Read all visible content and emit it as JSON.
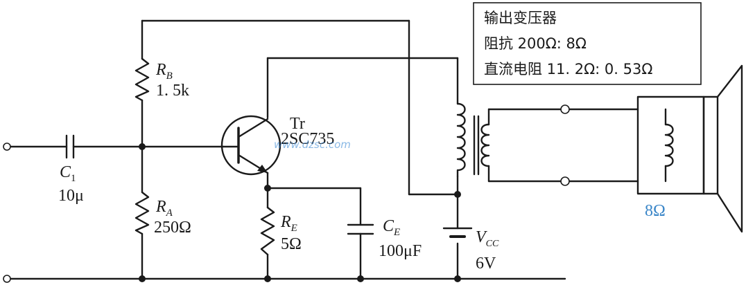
{
  "transformer_box": {
    "line1": "输出变压器",
    "line2": "阻抗 200Ω: 8Ω",
    "line3": "直流电阻 11. 2Ω: 0. 53Ω"
  },
  "components": {
    "rb": {
      "name": "R",
      "sub": "B",
      "value": "1. 5k"
    },
    "ra": {
      "name": "R",
      "sub": "A",
      "value": "250Ω"
    },
    "c1": {
      "name": "C",
      "sub": "1",
      "value": "10μ"
    },
    "tr": {
      "name": "Tr",
      "value": "2SC735"
    },
    "re": {
      "name": "R",
      "sub": "E",
      "value": "5Ω"
    },
    "ce": {
      "name": "C",
      "sub": "E",
      "value": "100μF"
    },
    "vcc": {
      "name": "V",
      "sub": "CC",
      "value": "6V"
    },
    "speaker": {
      "value": "8Ω"
    }
  },
  "watermark": "www.dzsc.com",
  "colors": {
    "wire": "#1a1a1a",
    "speaker_label": "#3a86c8",
    "watermark": "#2a7fd0"
  }
}
